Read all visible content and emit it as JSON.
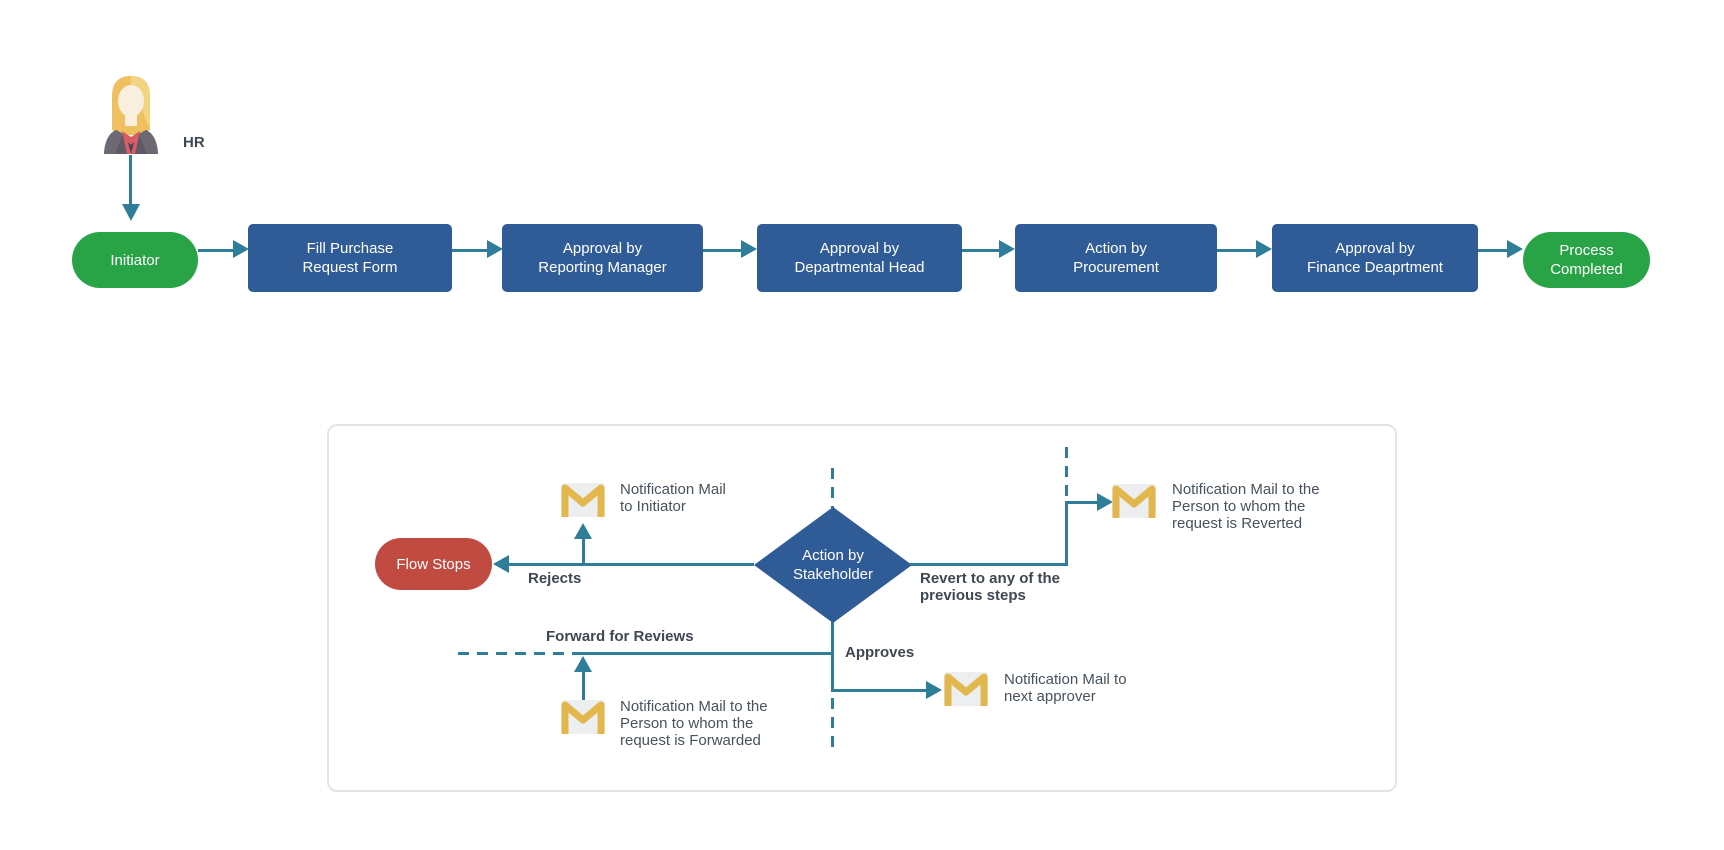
{
  "colors": {
    "node_blue": "#2F5B97",
    "node_green": "#28A346",
    "node_red": "#C14A41",
    "connector_teal": "#2E7D99",
    "mail_gold": "#E2B84E",
    "mail_paper": "#EDEEF0",
    "label_dark": "#3E4853",
    "text_dark": "#47525E",
    "panel_border": "#E4E4E4"
  },
  "top_flow": {
    "actor_label": "HR",
    "start_label": "Initiator",
    "steps": [
      "Fill Purchase\nRequest Form",
      "Approval by\nReporting Manager",
      "Approval by\nDepartmental Head",
      "Action by\nProcurement",
      "Approval by\nFinance Deaprtment"
    ],
    "end_label": "Process\nCompleted"
  },
  "decision_panel": {
    "decision_label": "Action by\nStakeholder",
    "reject_label": "Rejects",
    "reject_terminal": "Flow Stops",
    "reject_mail": "Notification Mail\nto Initiator",
    "revert_label": "Revert to any of the\nprevious steps",
    "revert_mail": "Notification Mail to the\nPerson to whom the\nrequest is Reverted",
    "approve_label": "Approves",
    "approve_mail": "Notification Mail to\nnext approver",
    "forward_label": "Forward for Reviews",
    "forward_mail": "Notification Mail to the\nPerson to whom the\nrequest is Forwarded"
  }
}
